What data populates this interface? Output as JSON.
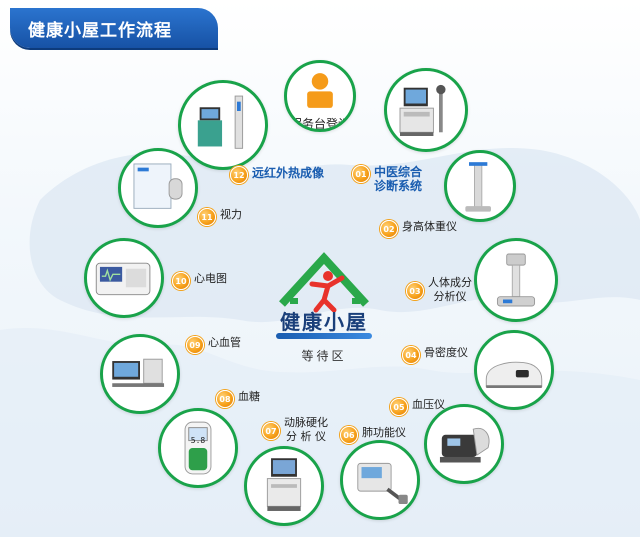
{
  "header": {
    "title": "健康小屋工作流程"
  },
  "center": {
    "title": "健康小屋",
    "subtitle": "等待区"
  },
  "service": {
    "label": "服务台登记"
  },
  "stations": [
    {
      "num": "01",
      "label1": "中医综合",
      "label2": "诊断系统"
    },
    {
      "num": "02",
      "label1": "身高体重仪",
      "label2": ""
    },
    {
      "num": "03",
      "label1": "人体成分",
      "label2": "分析仪"
    },
    {
      "num": "04",
      "label1": "骨密度仪",
      "label2": ""
    },
    {
      "num": "05",
      "label1": "血压仪",
      "label2": ""
    },
    {
      "num": "06",
      "label1": "肺功能仪",
      "label2": ""
    },
    {
      "num": "07",
      "label1": "动脉硬化",
      "label2": "分 析 仪"
    },
    {
      "num": "08",
      "label1": "血糖",
      "label2": ""
    },
    {
      "num": "09",
      "label1": "心血管",
      "label2": ""
    },
    {
      "num": "10",
      "label1": "心电图",
      "label2": ""
    },
    {
      "num": "11",
      "label1": "视力",
      "label2": ""
    },
    {
      "num": "12",
      "label1": "远红外热成像",
      "label2": ""
    }
  ],
  "glucose_display": "5.8",
  "colors": {
    "ring": "#19a34a",
    "badge": "#f7a21c",
    "header": "#1752a5",
    "accent_blue": "#1a5db0",
    "logo_green": "#2aa84a",
    "logo_red": "#e8322b"
  }
}
